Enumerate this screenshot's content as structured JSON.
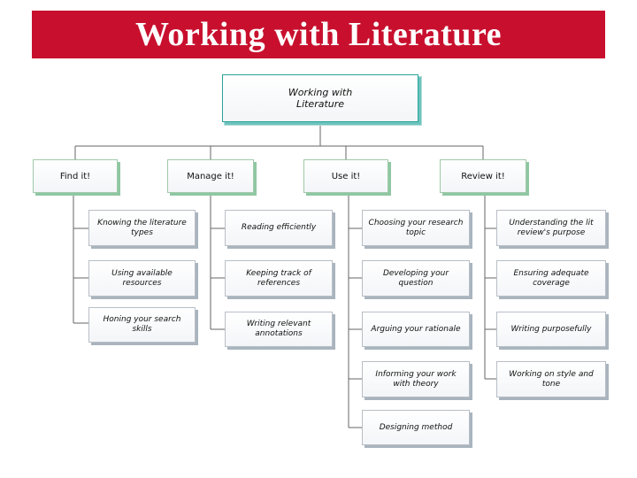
{
  "title": "Working with Literature",
  "root": "Working with\nLiterature",
  "categories": [
    "Find it!",
    "Manage it!",
    "Use it!",
    "Review it!"
  ],
  "manage_items": [
    "Knowing the literature types",
    "Using available resources",
    "Honing your search skills"
  ],
  "use_items": [
    "Reading efficiently",
    "Keeping track of references",
    "Writing relevant annotations"
  ],
  "review_items": [
    "Choosing your research topic",
    "Developing your question",
    "Arguing your rationale",
    "Informing your work with theory",
    "Designing method"
  ],
  "review2_items": [
    "Understanding the lit review's purpose",
    "Ensuring adequate coverage",
    "Writing purposefully",
    "Working on style and tone"
  ]
}
